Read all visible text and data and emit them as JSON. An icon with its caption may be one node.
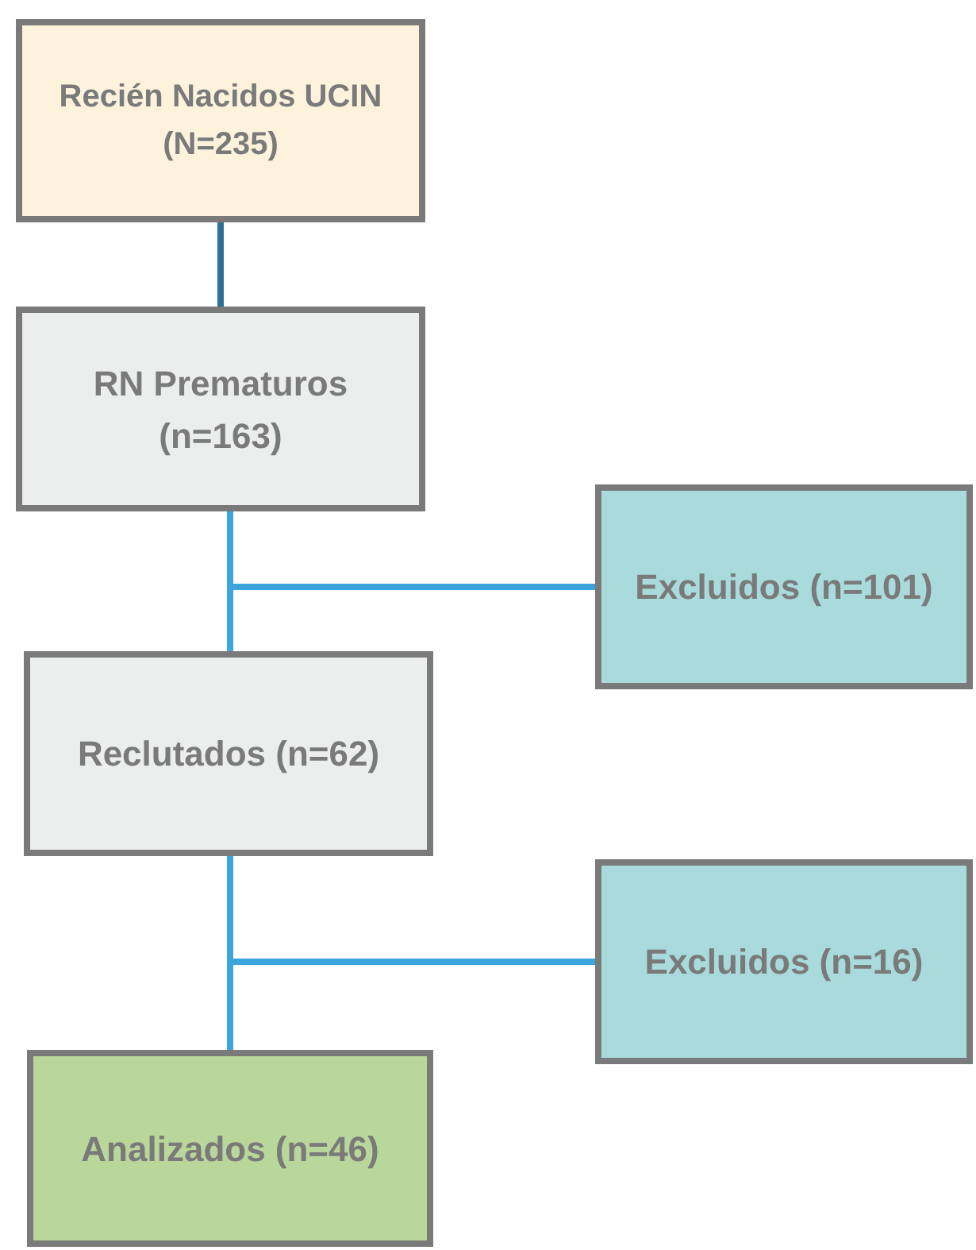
{
  "diagram": {
    "nodes": [
      {
        "text": [
          "Recién Nacidos UCIN (N=235)"
        ]
      },
      {
        "text": [
          "RN Prematuros (n=163)"
        ]
      },
      {
        "text": [
          "Excluidos (n=101)"
        ]
      },
      {
        "text": [
          "Reclutados (n=62)"
        ]
      },
      {
        "text": [
          "Excluidos (n=16)"
        ]
      },
      {
        "text": [
          "Analizados (n=46)"
        ]
      }
    ],
    "edges": [
      {
        "from": 0,
        "to": 1,
        "arrow": "none",
        "color": "#2e6f97"
      },
      {
        "from": 1,
        "to": 3,
        "arrow": "none"
      },
      {
        "from": 1,
        "to": 2,
        "arrow": "none"
      },
      {
        "from": 3,
        "to": 5,
        "arrow": "none"
      },
      {
        "from": 3,
        "to": 4,
        "arrow": "none"
      }
    ]
  }
}
